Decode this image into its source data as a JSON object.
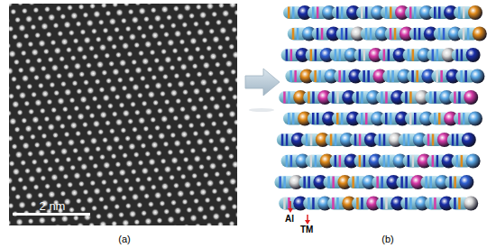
{
  "diagram": {
    "labels": [
      "2 nm",
      "(a)",
      "(b)",
      "Al",
      "TM"
    ]
  }
}
